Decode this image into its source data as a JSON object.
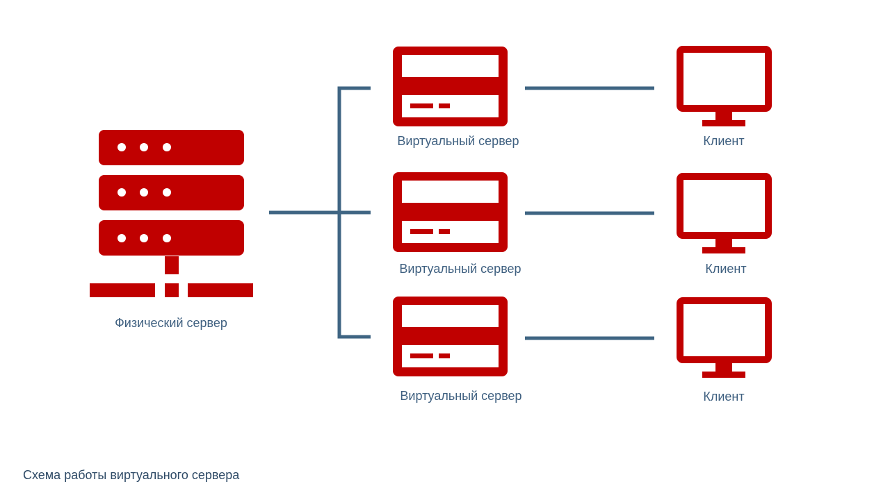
{
  "diagram": {
    "physical_server": {
      "icon": "physical-server-rack-icon",
      "label": "Физический  сервер"
    },
    "virtual_servers": [
      {
        "icon": "virtual-server-icon",
        "label": "Виртуальный сервер"
      },
      {
        "icon": "virtual-server-icon",
        "label": "Виртуальный сервер"
      },
      {
        "icon": "virtual-server-icon",
        "label": "Виртуальный сервер"
      }
    ],
    "clients": [
      {
        "icon": "monitor-icon",
        "label": "Клиент"
      },
      {
        "icon": "monitor-icon",
        "label": "Клиент"
      },
      {
        "icon": "monitor-icon",
        "label": "Клиент"
      }
    ],
    "caption": "Схема работы виртуального сервера"
  },
  "colors": {
    "icon": "#c00000",
    "connector": "#3f6583",
    "label": "#3f6080",
    "background": "#ffffff"
  }
}
